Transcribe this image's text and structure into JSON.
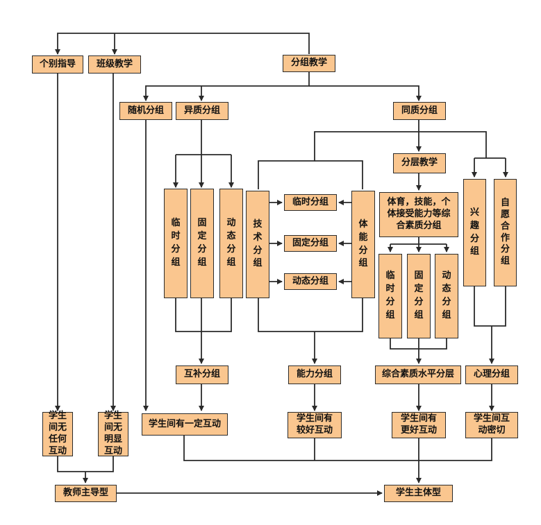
{
  "colors": {
    "box_fill": "#FAC68F",
    "line": "#2a2a2a",
    "background": "#ffffff"
  },
  "nodes": {
    "individual": "个别指导",
    "class_teaching": "班级教学",
    "group_teaching": "分组教学",
    "random_group": "随机分组",
    "hetero_group": "异质分组",
    "homo_group": "同质分组",
    "hetero_temp": "临\n时\n分\n组",
    "hetero_fixed": "固\n定\n分\n组",
    "hetero_dynamic": "动\n态\n分\n组",
    "skill_group": "技\n术\n分\n组",
    "fitness_group": "体\n能\n分\n组",
    "mid_temp": "临时分组",
    "mid_fixed": "固定分组",
    "mid_dynamic": "动态分组",
    "layered": "分层教学",
    "composite_desc": "体育，技能，个\n体接受能力等综\n合素质分组",
    "homo_temp": "临\n时\n分\n组",
    "homo_fixed": "固\n定\n分\n组",
    "homo_dynamic": "动\n态\n分\n组",
    "interest_group": "兴\n趣\n分\n组",
    "voluntary_group": "自\n愿\n合\n作\n分\n组",
    "complement_group": "互补分组",
    "ability_group": "能力分组",
    "composite_level": "综合素质水平分层",
    "psych_group": "心理分组",
    "no_interaction": "学生\n间无\n任何\n互动",
    "no_obvious": "学生\n间无\n明显\n互动",
    "some_interaction": "学生间有一定互动",
    "good_interaction": "学生间有\n较好互动",
    "better_interaction": "学生间有\n更好互动",
    "close_interaction": "学生间互\n动密切",
    "teacher_led": "教师主导型",
    "student_centered": "学生主体型"
  }
}
